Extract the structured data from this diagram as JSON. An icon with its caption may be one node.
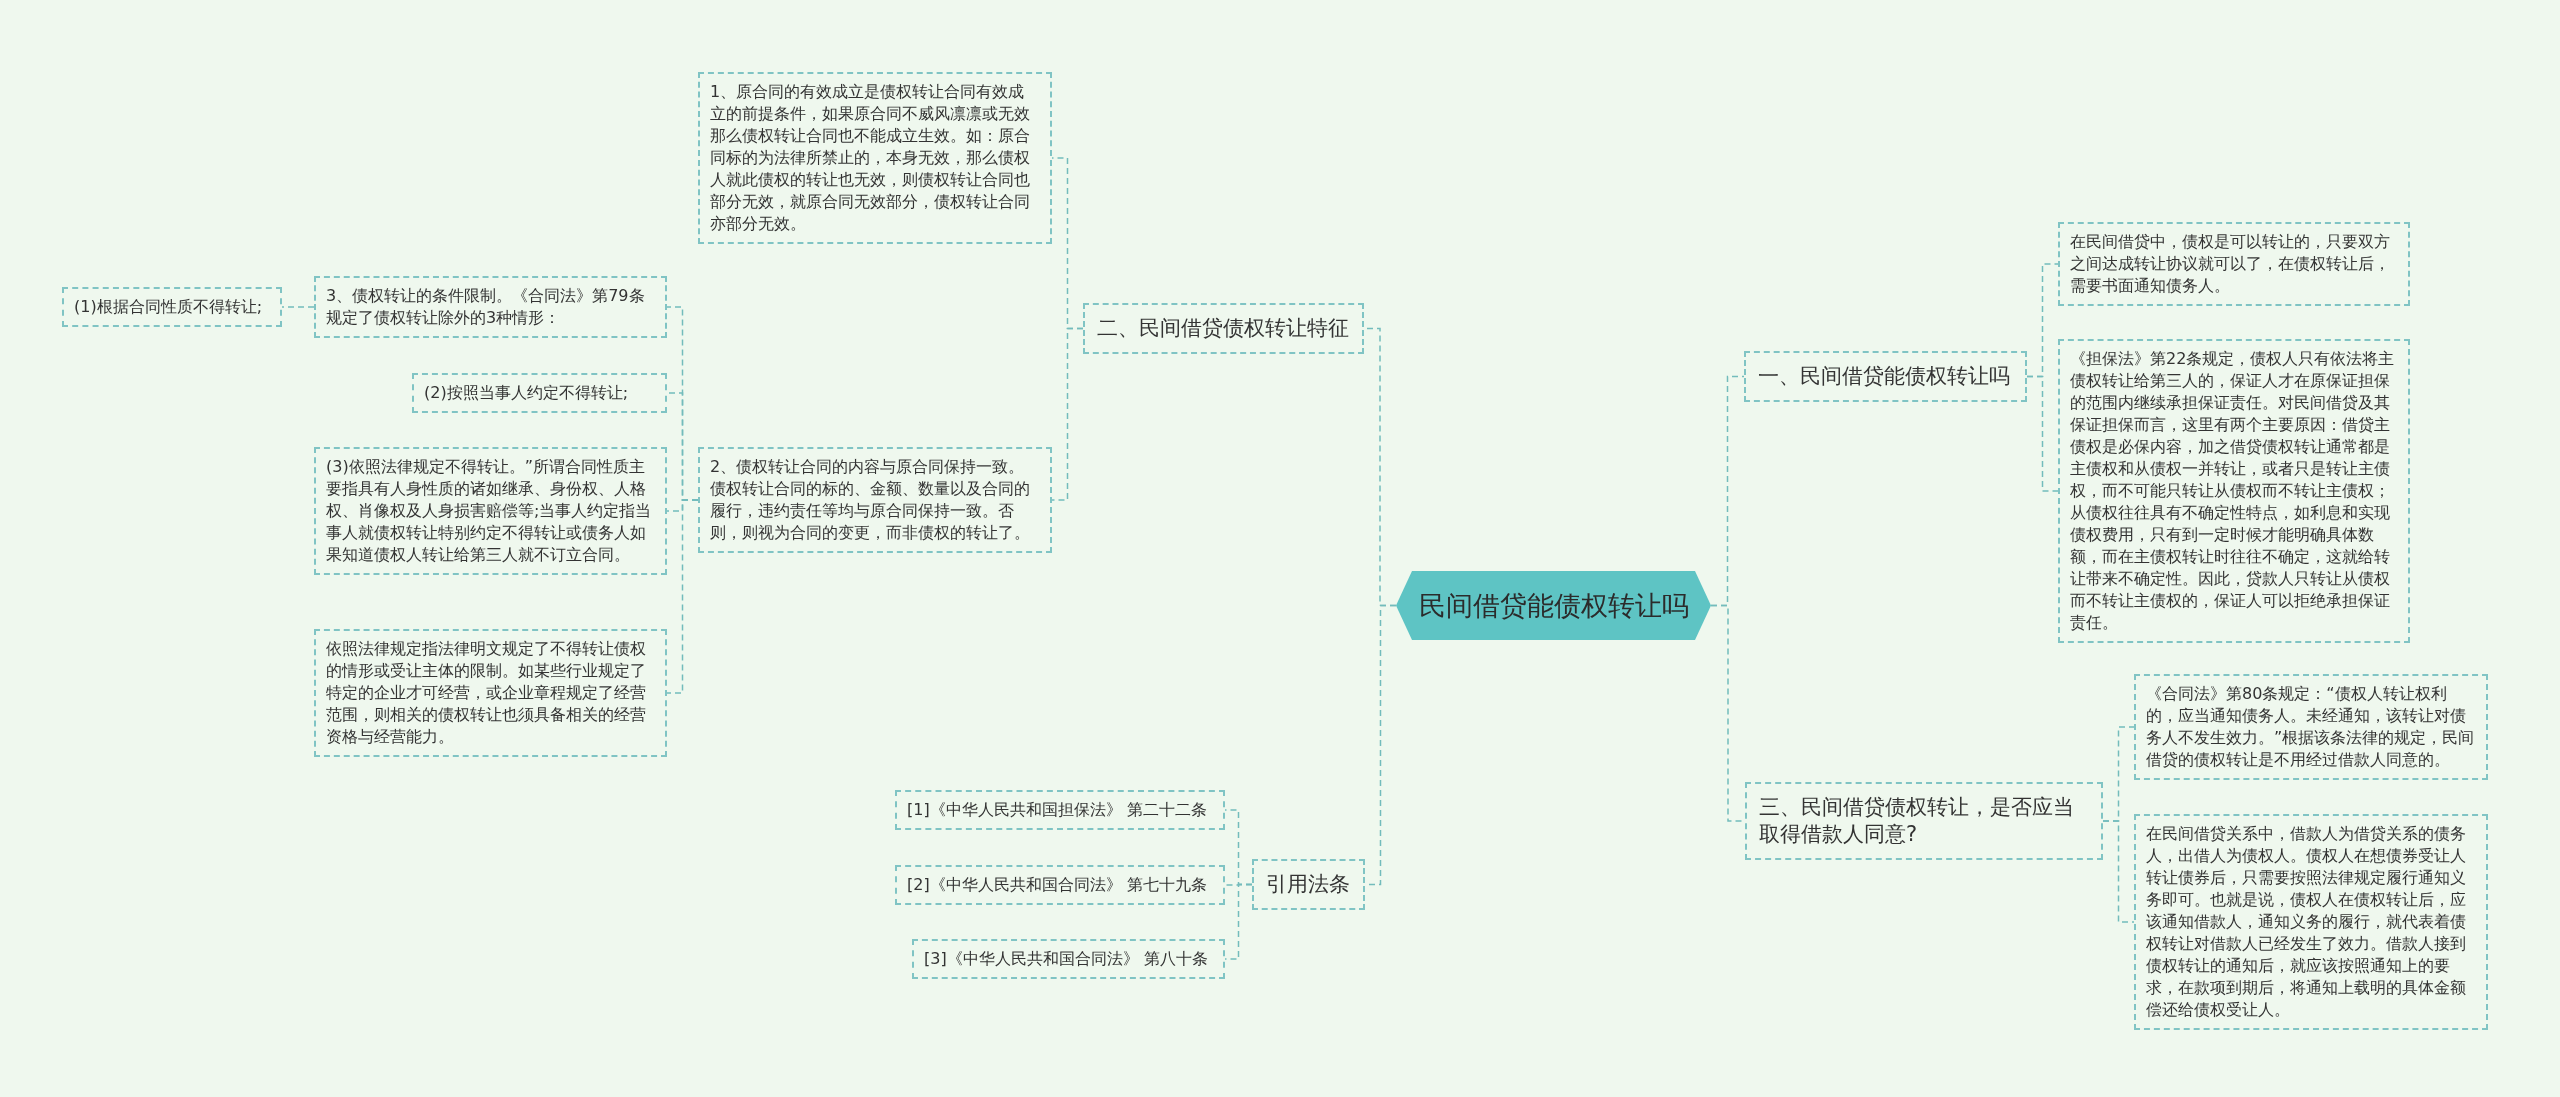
{
  "diagram": {
    "nodes": [
      {
        "text": [
          "民间借贷能债权转让吗"
        ]
      },
      {
        "text": [
          "一、民间借贷能债权转让吗"
        ]
      },
      {
        "text": [
          "在民间借贷中，债权是可以转让的，只要双方之间达成转让协议就可以了，在债权转让后，需要书面通知债务人。"
        ]
      },
      {
        "text": [
          "《担保法》第22条规定，债权人只有依法将主债权转让给第三人的，保证人才在原保证担保的范围内继续承担保证责任。对民间借贷及其保证担保而言，这里有两个主要原因：借贷主债权是必保内容，加之借贷债权转让通常都是主债权和从债权一并转让，或者只是转让主债权，而不可能只转让从债权而不转让主债权；从债权往往具有不确定性特点，如利息和实现债权费用，只有到一定时候才能明确具体数额，而在主债权转让时往往不确定，这就给转让带来不确定性。因此，贷款人只转让从债权而不转让主债权的，保证人可以拒绝承担保证责任。"
        ]
      },
      {
        "text": [
          "三、民间借贷债权转让，是否应当取得借款人同意?"
        ]
      },
      {
        "text": [
          "《合同法》第80条规定：“债权人转让权利的，应当通知债务人。未经通知，该转让对债务人不发生效力。”根据该条法律的规定，民间借贷的债权转让是不用经过借款人同意的。"
        ]
      },
      {
        "text": [
          "在民间借贷关系中，借款人为借贷关系的债务人，出借人为债权人。债权人在想债券受让人转让债券后，只需要按照法律规定履行通知义务即可。也就是说，债权人在债权转让后，应该通知借款人，通知义务的履行，就代表着债权转让对借款人已经发生了效力。借款人接到债权转让的通知后，就应该按照通知上的要求，在款项到期后，将通知上载明的具体金额偿还给债权受让人。"
        ]
      },
      {
        "text": [
          "二、民间借贷债权转让特征"
        ]
      },
      {
        "text": [
          "1、原合同的有效成立是债权转让合同有效成立的前提条件，如果原合同不威风凛凛或无效那么债权转让合同也不能成立生效。如：原合同标的为法律所禁止的，本身无效，那么债权人就此债权的转让也无效，则债权转让合同也部分无效，就原合同无效部分，债权转让合同亦部分无效。"
        ]
      },
      {
        "text": [
          "2、债权转让合同的内容与原合同保持一致。债权转让合同的标的、金额、数量以及合同的履行，违约责任等均与原合同保持一致。否则，则视为合同的变更，而非债权的转让了。"
        ]
      },
      {
        "text": [
          "3、债权转让的条件限制。《合同法》第79条规定了债权转让除外的3种情形："
        ]
      },
      {
        "text": [
          "(1)根据合同性质不得转让;"
        ]
      },
      {
        "text": [
          "(2)按照当事人约定不得转让;"
        ]
      },
      {
        "text": [
          "(3)依照法律规定不得转让。”所谓合同性质主要指具有人身性质的诸如继承、身份权、人格权、肖像权及人身损害赔偿等;当事人约定指当事人就债权转让特别约定不得转让或债务人如果知道债权人转让给第三人就不订立合同。"
        ]
      },
      {
        "text": [
          "依照法律规定指法律明文规定了不得转让债权的情形或受让主体的限制。如某些行业规定了特定的企业才可经营，或企业章程规定了经营范围，则相关的债权转让也须具备相关的经营资格与经营能力。"
        ]
      },
      {
        "text": [
          "引用法条"
        ]
      },
      {
        "text": [
          "[1]《中华人民共和国担保法》 第二十二条"
        ]
      },
      {
        "text": [
          "[2]《中华人民共和国合同法》 第七十九条"
        ]
      },
      {
        "text": [
          "[3]《中华人民共和国合同法》 第八十条"
        ]
      }
    ],
    "edges": [
      {
        "from": 0,
        "to": 1,
        "arrow": "none"
      },
      {
        "from": 1,
        "to": 2,
        "arrow": "none"
      },
      {
        "from": 1,
        "to": 3,
        "arrow": "none"
      },
      {
        "from": 0,
        "to": 4,
        "arrow": "none"
      },
      {
        "from": 4,
        "to": 5,
        "arrow": "none"
      },
      {
        "from": 4,
        "to": 6,
        "arrow": "none"
      },
      {
        "from": 0,
        "to": 7,
        "arrow": "none"
      },
      {
        "from": 7,
        "to": 8,
        "arrow": "none"
      },
      {
        "from": 7,
        "to": 9,
        "arrow": "none"
      },
      {
        "from": 9,
        "to": 10,
        "arrow": "none"
      },
      {
        "from": 10,
        "to": 11,
        "arrow": "none"
      },
      {
        "from": 9,
        "to": 12,
        "arrow": "none"
      },
      {
        "from": 9,
        "to": 13,
        "arrow": "none"
      },
      {
        "from": 9,
        "to": 14,
        "arrow": "none"
      },
      {
        "from": 0,
        "to": 15,
        "arrow": "none"
      },
      {
        "from": 15,
        "to": 16,
        "arrow": "none"
      },
      {
        "from": 15,
        "to": 17,
        "arrow": "none"
      },
      {
        "from": 15,
        "to": 18,
        "arrow": "none"
      }
    ]
  }
}
